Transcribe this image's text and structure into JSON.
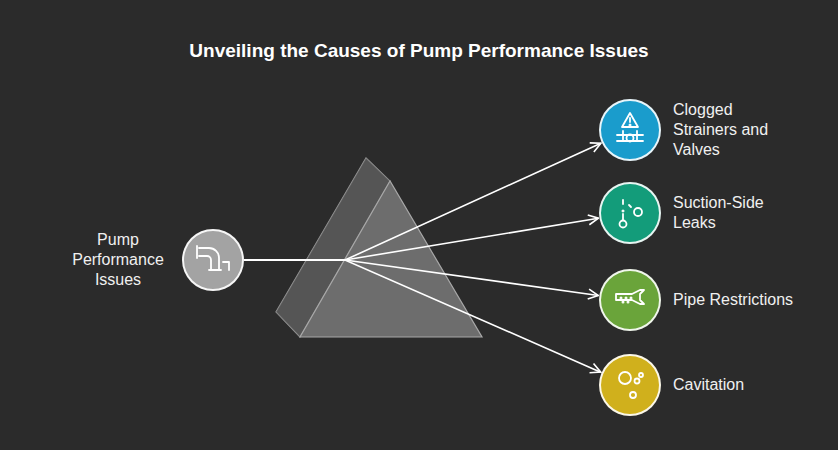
{
  "diagram": {
    "title": "Unveiling the Causes of Pump Performance Issues",
    "nodes": [
      {
        "text": [
          "Pump Performance Issues"
        ]
      },
      {
        "text": [
          "Clogged Strainers and Valves"
        ]
      },
      {
        "text": [
          "Suction-Side Leaks"
        ]
      },
      {
        "text": [
          "Pipe Restrictions"
        ]
      },
      {
        "text": [
          "Cavitation"
        ]
      }
    ],
    "edges": [
      {
        "from": 0,
        "to": 1,
        "arrow": "to"
      },
      {
        "from": 0,
        "to": 2,
        "arrow": "to"
      },
      {
        "from": 0,
        "to": 3,
        "arrow": "to"
      },
      {
        "from": 0,
        "to": 4,
        "arrow": "to"
      }
    ]
  }
}
